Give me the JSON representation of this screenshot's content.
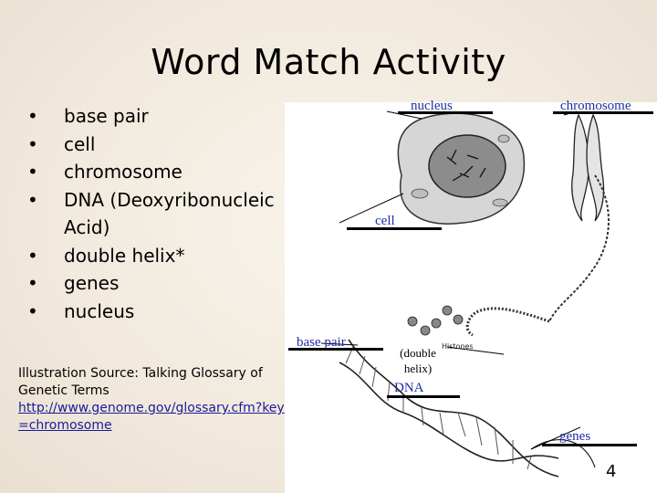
{
  "title": "Word Match Activity",
  "bullets": [
    "base pair",
    "cell",
    "chromosome",
    "DNA (Deoxyribonucleic Acid)",
    "double helix*",
    "genes",
    "nucleus"
  ],
  "source": {
    "text": "Illustration Source: Talking Glossary of Genetic Terms",
    "link": "http://www.genome.gov/glossary.cfm?key=chromosome"
  },
  "figure_labels": {
    "nucleus": "nucleus",
    "chromosome": "chromosome",
    "cell": "cell",
    "base_pair": "base pair",
    "double_helix": "(double helix)",
    "dna": "DNA",
    "genes": "genes",
    "histones": "Histones"
  },
  "page_number": "4",
  "colors": {
    "label_blue": "#1f2ea6",
    "background": "#f3ece2"
  }
}
